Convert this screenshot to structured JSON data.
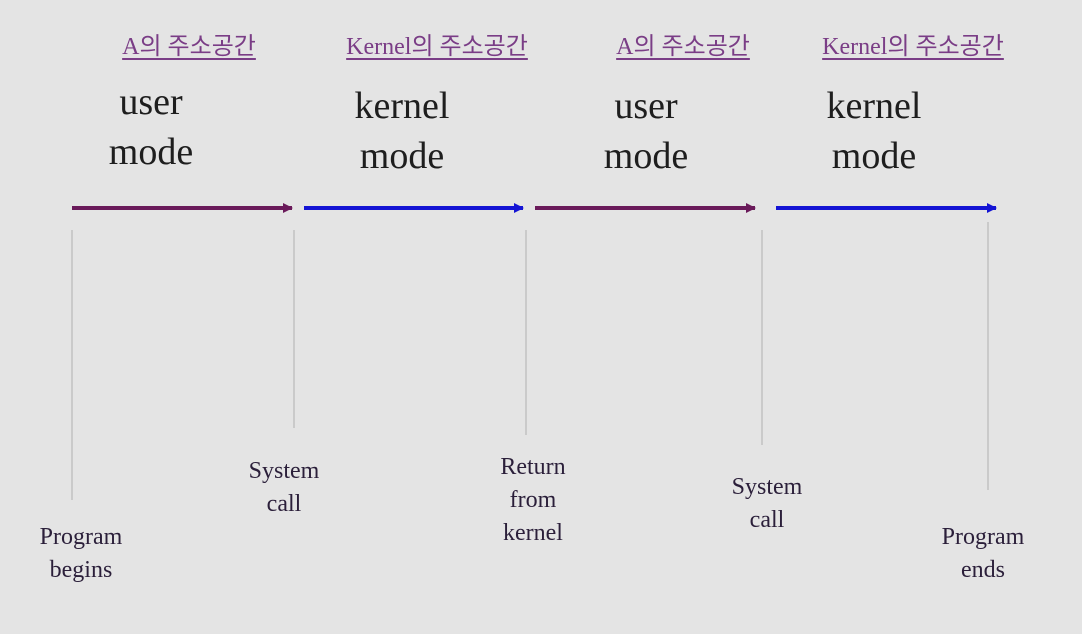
{
  "address_spaces": [
    "A의 주소공간",
    "Kernel의 주소공간",
    "A의 주소공간",
    "Kernel의 주소공간"
  ],
  "modes": [
    {
      "line1": "user",
      "line2": "mode"
    },
    {
      "line1": "kernel",
      "line2": "mode"
    },
    {
      "line1": "user",
      "line2": "mode"
    },
    {
      "line1": "kernel",
      "line2": "mode"
    }
  ],
  "events": [
    {
      "lines": [
        "Program",
        "begins"
      ]
    },
    {
      "lines": [
        "System",
        "call"
      ]
    },
    {
      "lines": [
        "Return",
        "from",
        "kernel"
      ]
    },
    {
      "lines": [
        "System",
        "call"
      ]
    },
    {
      "lines": [
        "Program",
        "ends"
      ]
    }
  ],
  "colors": {
    "user_arrow": "#6a1a5a",
    "kernel_arrow": "#1414d4",
    "space_label": "#7a3d86",
    "tick_line": "#c2c2c2",
    "background": "#e4e4e4"
  }
}
